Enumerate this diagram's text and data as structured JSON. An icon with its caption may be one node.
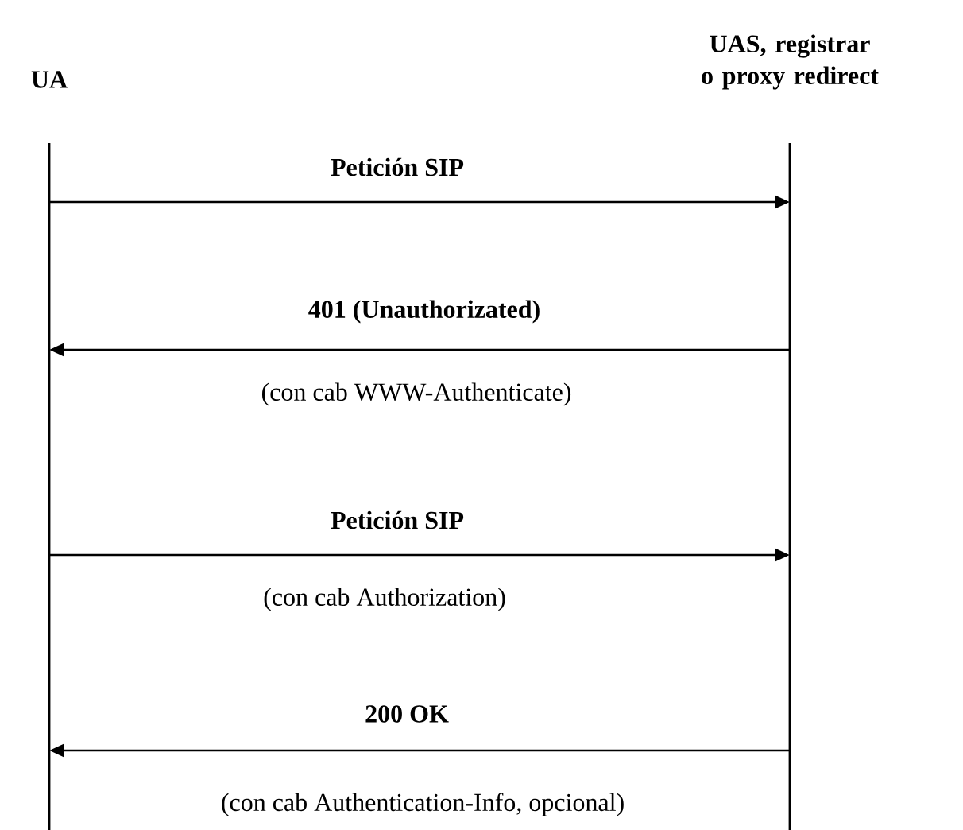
{
  "diagram": {
    "nodes": [
      {
        "text": [
          "UA"
        ]
      },
      {
        "text": [
          "UAS, registrar o proxy redirect"
        ]
      }
    ],
    "edges": [
      {
        "from": 0,
        "to": 1,
        "arrow": "to",
        "label": "Petición SIP"
      },
      {
        "from": 1,
        "to": 0,
        "arrow": "to",
        "label": "401 (Unauthorizated)"
      },
      {
        "from": 0,
        "to": 1,
        "arrow": "to",
        "label": "Petición SIP"
      },
      {
        "from": 1,
        "to": 0,
        "arrow": "to",
        "label": "200 OK"
      }
    ],
    "labels": [
      "(con cab WWW-Authenticate)",
      "(con cab Authorization)",
      "(con cab Authentication-Info, opcional)"
    ]
  }
}
